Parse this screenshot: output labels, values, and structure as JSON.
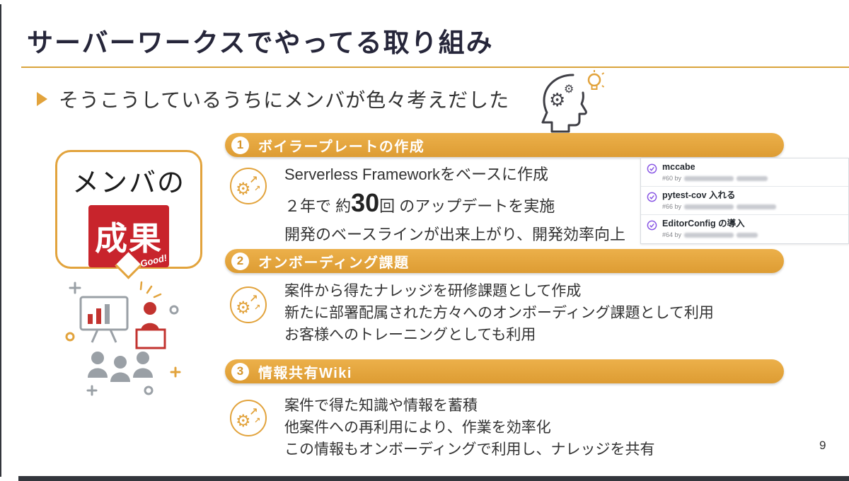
{
  "slide": {
    "title": "サーバーワークスでやってる取り組み",
    "page_number": "9",
    "intro_bullet": "そうこうしているうちにメンバが色々考えだした",
    "bubble": {
      "text": "メンバの",
      "stamp_text": "成果",
      "stamp_sub": "Good!"
    },
    "sections": [
      {
        "number": "1",
        "heading": "ボイラープレートの作成",
        "line1": "Serverless Frameworkをベースに作成",
        "line2_prefix": "２年で 約",
        "line2_big": "30",
        "line2_suffix": "回 のアップデートを実施",
        "line3": "開発のベースラインが出来上がり、開発効率向上"
      },
      {
        "number": "2",
        "heading": "オンボーディング課題",
        "lines": [
          "案件から得たナレッジを研修課題として作成",
          "新たに部署配属された方々へのオンボーディング課題として利用",
          "お客様へのトレーニングとしても利用"
        ]
      },
      {
        "number": "3",
        "heading": "情報共有Wiki",
        "lines": [
          "案件で得た知識や情報を蓄積",
          "他案件への再利用により、作業を効率化",
          "この情報もオンボーディングで利用し、ナレッジを共有"
        ]
      }
    ],
    "github_panel": {
      "items": [
        {
          "title": "mccabe",
          "meta_prefix": "#60 by"
        },
        {
          "title": "pytest-cov 入れる",
          "meta_prefix": "#66 by"
        },
        {
          "title": "EditorConfig の導入",
          "meta_prefix": "#64 by"
        }
      ]
    },
    "colors": {
      "accent_gold": "#E2A33C",
      "stamp_red": "#C8242C",
      "github_purple": "#8957E5",
      "title_dark": "#26263A"
    }
  }
}
